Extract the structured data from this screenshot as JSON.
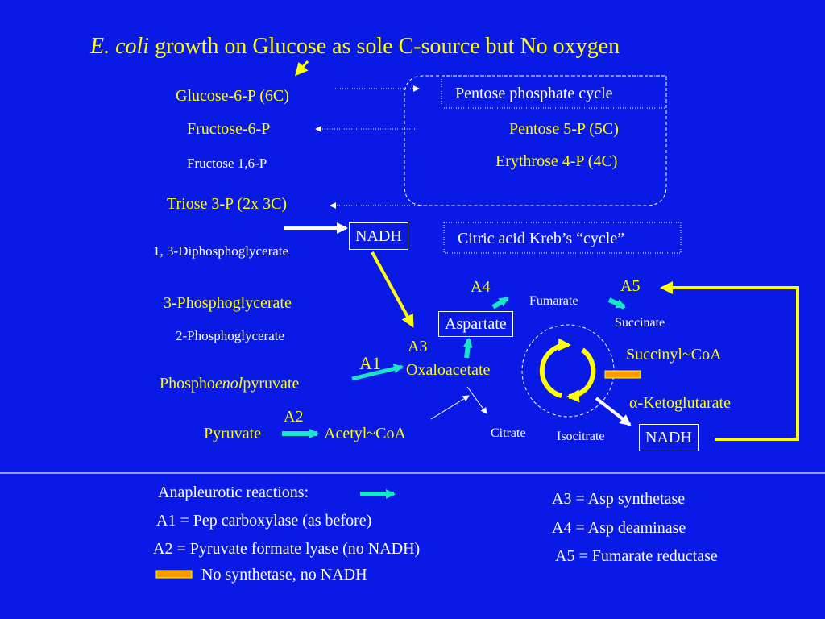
{
  "title": {
    "organism": "E. coli",
    "rest": "growth on Glucose as sole C-source but No oxygen"
  },
  "glycolysis": {
    "g6p": "Glucose-6-P (6C)",
    "f6p": "Fructose-6-P",
    "f16p": "Fructose 1,6-P",
    "triose": "Triose 3-P (2x 3C)",
    "dpg": "1, 3-Diphosphoglycerate",
    "pg3": "3-Phosphoglycerate",
    "pg2": "2-Phosphoglycerate",
    "pep_a": "Phospho",
    "pep_b": "enol",
    "pep_c": "pyruvate",
    "pyruvate": "Pyruvate",
    "acetyl": "Acetyl~CoA"
  },
  "pentose": {
    "title": "Pentose phosphate cycle",
    "p5p": "Pentose 5-P (5C)",
    "e4p": "Erythrose 4-P (4C)"
  },
  "tca": {
    "nadh_top": "NADH",
    "citric_title": "Citric acid Kreb’s “cycle”",
    "aspartate": "Aspartate",
    "oxaloacetate": "Oxaloacetate",
    "fumarate": "Fumarate",
    "succinate": "Succinate",
    "succinyl": "Succinyl~CoA",
    "aketo_alpha": "α",
    "aketo_rest": "-Ketoglutarate",
    "nadh_bottom": "NADH",
    "citrate": "Citrate",
    "isocitrate": "Isocitrate"
  },
  "enzymes": {
    "a1": "A1",
    "a2": "A2",
    "a3": "A3",
    "a4": "A4",
    "a5": "A5"
  },
  "legend": {
    "anapleurotic": "Anapleurotic reactions:",
    "a1": "A1 = Pep carboxylase (as before)",
    "a2": "A2 = Pyruvate formate lyase (no NADH)",
    "nosyn": "No synthetase, no NADH",
    "a3": "A3 = Asp synthetase",
    "a4": "A4 = Asp deaminase",
    "a5": "A5 = Fumarate reductase"
  },
  "colors": {
    "background": "#0a1ae6",
    "yellow": "#ffff00",
    "cyan": "#19e6c8",
    "orange": "#ff9900",
    "white": "#ffffff"
  }
}
